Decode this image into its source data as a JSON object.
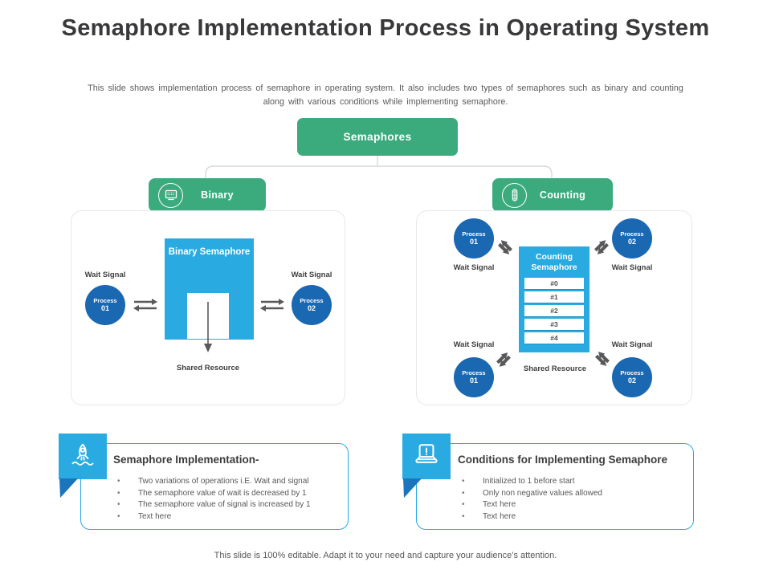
{
  "slide": {
    "title": "Semaphore Implementation Process in Operating System",
    "subtitle": "This slide shows implementation process of semaphore in operating system. It also includes two types of semaphores such as binary and counting along with various conditions while implementing semaphore.",
    "footer": "This slide is 100% editable. Adapt it to your need and capture your audience’s attention."
  },
  "root_node": {
    "label": "Semaphores"
  },
  "branches": {
    "binary": {
      "label": "Binary",
      "icon": "binary-screen-icon"
    },
    "counting": {
      "label": "Counting",
      "icon": "traffic-light-icon"
    }
  },
  "binary_diagram": {
    "box_label": "Binary Semaphore",
    "left_process": {
      "signal_label": "Wait Signal",
      "name": "Process",
      "number": "01"
    },
    "right_process": {
      "signal_label": "Wait Signal",
      "name": "Process",
      "number": "02"
    },
    "shared_resource_label": "Shared Resource"
  },
  "counting_diagram": {
    "box_label": "Counting Semaphore",
    "slots": [
      "#0",
      "#1",
      "#2",
      "#3",
      "#4"
    ],
    "processes": [
      {
        "position": "top-left",
        "name": "Process",
        "number": "01",
        "signal_label": "Wait Signal"
      },
      {
        "position": "top-right",
        "name": "Process",
        "number": "02",
        "signal_label": "Wait Signal"
      },
      {
        "position": "bottom-left",
        "name": "Process",
        "number": "01",
        "signal_label": "Wait Signal"
      },
      {
        "position": "bottom-right",
        "name": "Process",
        "number": "02",
        "signal_label": "Wait Signal"
      }
    ],
    "shared_resource_label": "Shared Resource"
  },
  "cards": {
    "left": {
      "icon": "rocket-icon",
      "title": "Semaphore Implementation-",
      "bullets": [
        "Two variations of operations i.E. Wait and signal",
        "The semaphore value of wait is decreased by 1",
        "The semaphore value of signal is increased by 1",
        "Text here"
      ]
    },
    "right": {
      "icon": "laptop-alert-icon",
      "title": "Conditions for Implementing Semaphore",
      "bullets": [
        "Initialized to 1 before start",
        "Only non negative values allowed",
        "Text here",
        "Text here"
      ]
    }
  },
  "colors": {
    "node_green": "#3BAB7E",
    "semaphore_cyan": "#29ABE2",
    "process_blue": "#1A67B2",
    "fold_blue": "#1B75BC",
    "arrow_gray": "#58595B",
    "text_dark": "#39393B",
    "text_gray": "#5A5A5C",
    "panel_border": "#E6E8EA"
  }
}
